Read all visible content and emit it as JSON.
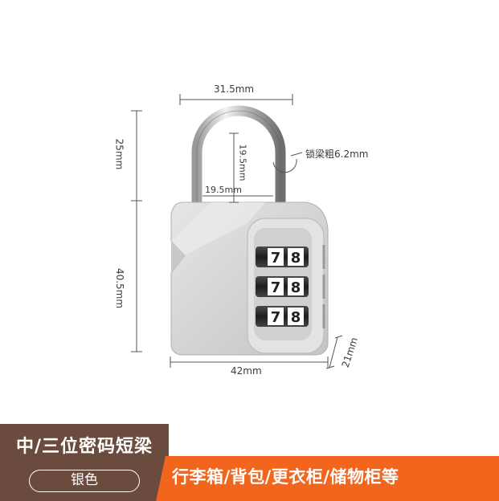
{
  "dimensions": {
    "shackle_width": "31.5mm",
    "shackle_height": "25mm",
    "inner_height": "19.5mm",
    "inner_width": "19.5mm",
    "shackle_thickness": "锁梁粗6.2mm",
    "body_height": "40.5mm",
    "body_width": "42mm",
    "body_depth": "21mm"
  },
  "dials": {
    "row1": [
      "7",
      "8"
    ],
    "row2": [
      "7",
      "8"
    ],
    "row3": [
      "7",
      "8"
    ]
  },
  "banner": {
    "title": "中/三位密码短梁",
    "color_label": "银色",
    "uses": "行李箱/背包/更衣柜/储物柜等"
  },
  "colors": {
    "banner_brown": "#6b4b3e",
    "banner_orange": "#f1651c",
    "lock_silver": "#d9d9d9"
  }
}
